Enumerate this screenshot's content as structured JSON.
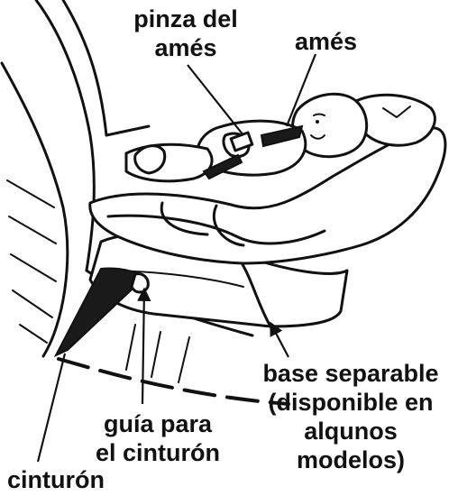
{
  "labels": {
    "harness_clip": [
      "pinza del",
      "amés"
    ],
    "harness": "amés",
    "detachable_base": [
      "base separable",
      "(disponible en",
      "alqunos",
      "modelos)"
    ],
    "belt_guide": [
      "guía para",
      "el cinturón"
    ],
    "belt": "cinturón"
  },
  "colors": {
    "ink": "#111111",
    "background": "#ffffff"
  }
}
